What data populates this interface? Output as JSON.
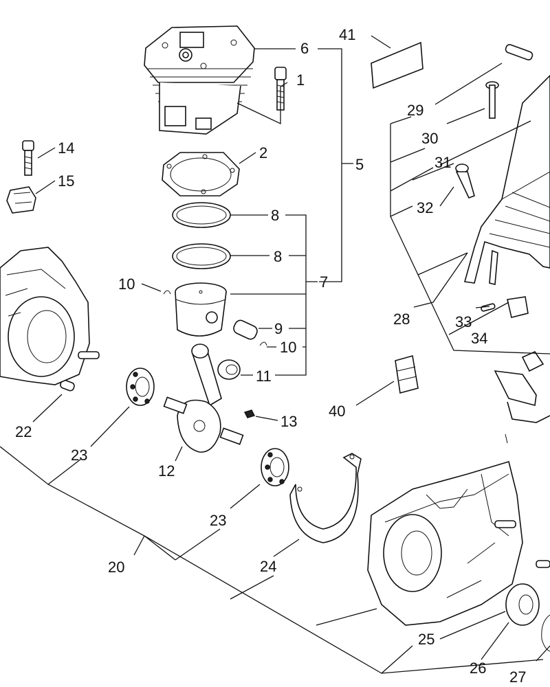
{
  "callouts": [
    "1",
    "2",
    "5",
    "6",
    "7",
    "8",
    "8",
    "9",
    "10",
    "10",
    "11",
    "12",
    "13",
    "14",
    "15",
    "20",
    "22",
    "23",
    "23",
    "24",
    "25",
    "26",
    "27",
    "28",
    "29",
    "30",
    "31",
    "32",
    "33",
    "34",
    "40",
    "41"
  ]
}
